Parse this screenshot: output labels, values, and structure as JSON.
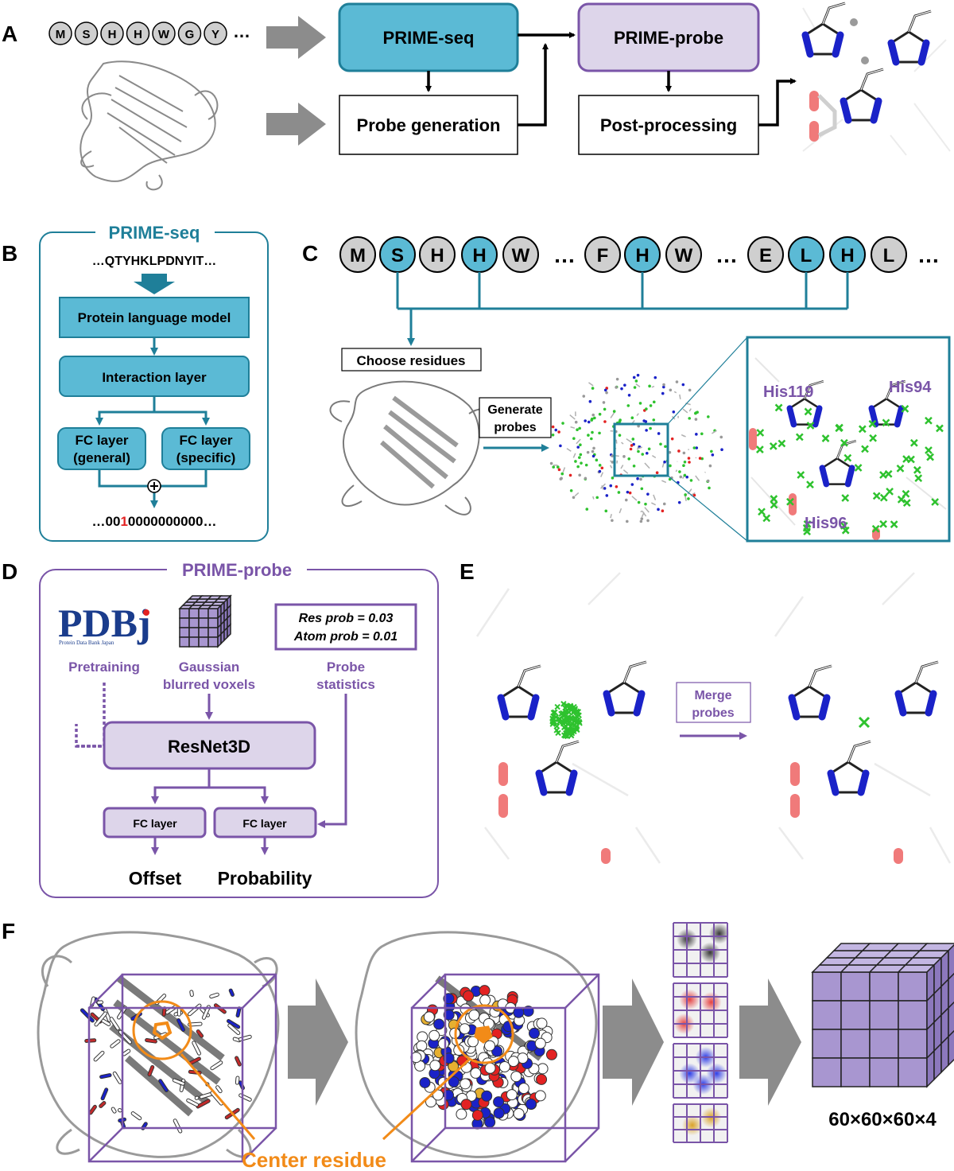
{
  "colors": {
    "teal": "#1f7f99",
    "teal_fill": "#5bbad5",
    "purple": "#7a55a8",
    "purple_fill": "#ddd5ea",
    "voxel_fill": "#a896d0",
    "gray_arrow": "#8c8c8c",
    "orange": "#f28b18",
    "probe_green": "#2ec22e",
    "n_blue": "#1a22c8",
    "o_red": "#f07a7a"
  },
  "panelA": {
    "label": "A",
    "sequence": [
      "M",
      "S",
      "H",
      "H",
      "W",
      "G",
      "Y"
    ],
    "ellipsis": "…",
    "prime_seq": "PRIME-seq",
    "prime_probe": "PRIME-probe",
    "probe_generation": "Probe generation",
    "post_processing": "Post-processing"
  },
  "panelB": {
    "label": "B",
    "title": "PRIME-seq",
    "input_seq": "…QTYHKLPDNYIT…",
    "plm": "Protein language model",
    "interaction": "Interaction layer",
    "fc_general": [
      "FC layer",
      "(general)"
    ],
    "fc_specific": [
      "FC layer",
      "(specific)"
    ],
    "plus": "⊕",
    "output_prefix": "…00",
    "output_hit": "1",
    "output_suffix": "0000000000…"
  },
  "panelC": {
    "label": "C",
    "residues": [
      {
        "aa": "M",
        "chosen": false
      },
      {
        "aa": "S",
        "chosen": true
      },
      {
        "aa": "H",
        "chosen": false
      },
      {
        "aa": "H",
        "chosen": true
      },
      {
        "aa": "W",
        "chosen": false
      },
      {
        "aa": "…",
        "gap": true
      },
      {
        "aa": "F",
        "chosen": false
      },
      {
        "aa": "H",
        "chosen": true
      },
      {
        "aa": "W",
        "chosen": false
      },
      {
        "aa": "…",
        "gap": true
      },
      {
        "aa": "E",
        "chosen": false
      },
      {
        "aa": "L",
        "chosen": true
      },
      {
        "aa": "H",
        "chosen": true
      },
      {
        "aa": "L",
        "chosen": false
      },
      {
        "aa": "…",
        "gap": true
      }
    ],
    "choose_residues": "Choose residues",
    "generate_probes": [
      "Generate",
      "probes"
    ],
    "his119": "His119",
    "his94": "His94",
    "his96": "His96"
  },
  "panelD": {
    "label": "D",
    "title": "PRIME-probe",
    "pdbj_logo": "PDBj",
    "pdbj_sub": "Protein Data Bank Japan",
    "res_prob": "Res prob = 0.03",
    "atom_prob": "Atom prob = 0.01",
    "pretraining": "Pretraining",
    "gaussian": [
      "Gaussian",
      "blurred voxels"
    ],
    "probe_stats": [
      "Probe",
      "statistics"
    ],
    "resnet": "ResNet3D",
    "fc_left": "FC layer",
    "fc_right": "FC layer",
    "offset": "Offset",
    "probability": "Probability"
  },
  "panelE": {
    "label": "E",
    "merge_probes": [
      "Merge",
      "probes"
    ]
  },
  "panelF": {
    "label": "F",
    "center_residue": "Center residue",
    "dims": "60×60×60×4"
  }
}
